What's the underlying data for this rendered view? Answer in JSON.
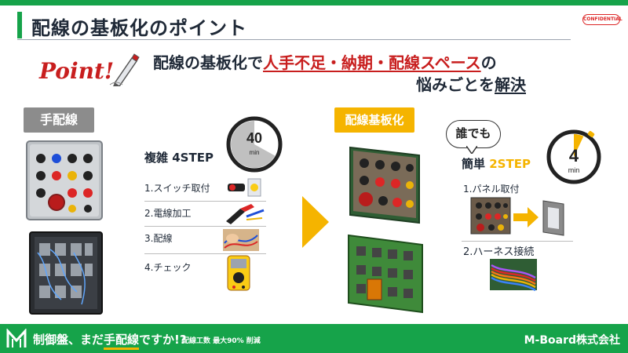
{
  "header": {
    "title": "配線の基板化のポイント",
    "badge": "CONFIDENTIAL"
  },
  "point_logo": {
    "text": "Point!"
  },
  "headline": {
    "line1_prefix": "配線の基板化で",
    "line1_emphasis": "人手不足・納期・配線スペース",
    "line1_suffix": "の",
    "line2_prefix": "悩みごとを",
    "line2_emphasis": "解決"
  },
  "manual": {
    "label": "手配線",
    "timer_value": "40",
    "timer_unit": "min",
    "timer_fraction": 0.67,
    "steps_title": "複雑 4STEP",
    "steps": [
      "1.スイッチ取付",
      "2.電線加工",
      "3.配線",
      "4.チェック"
    ]
  },
  "board": {
    "label": "配線基板化",
    "bubble": "誰でも",
    "timer_value": "4",
    "timer_unit": "min",
    "timer_fraction": 0.07,
    "steps_title_prefix": "簡単 ",
    "steps_title_highlight": "2STEP",
    "steps": [
      "1.パネル取付",
      "2.ハーネス接続"
    ]
  },
  "footer": {
    "main_prefix": "制御盤、まだ",
    "main_emphasis": "手配線",
    "main_suffix": "ですか!?",
    "sub": "配線工数 最大90% 削減",
    "company": "M-Board株式会社"
  },
  "colors": {
    "brand_green": "#16a34a",
    "accent_yellow": "#f5b400",
    "emphasis_red": "#c81e1e",
    "manual_gray": "#8c8c8c"
  }
}
